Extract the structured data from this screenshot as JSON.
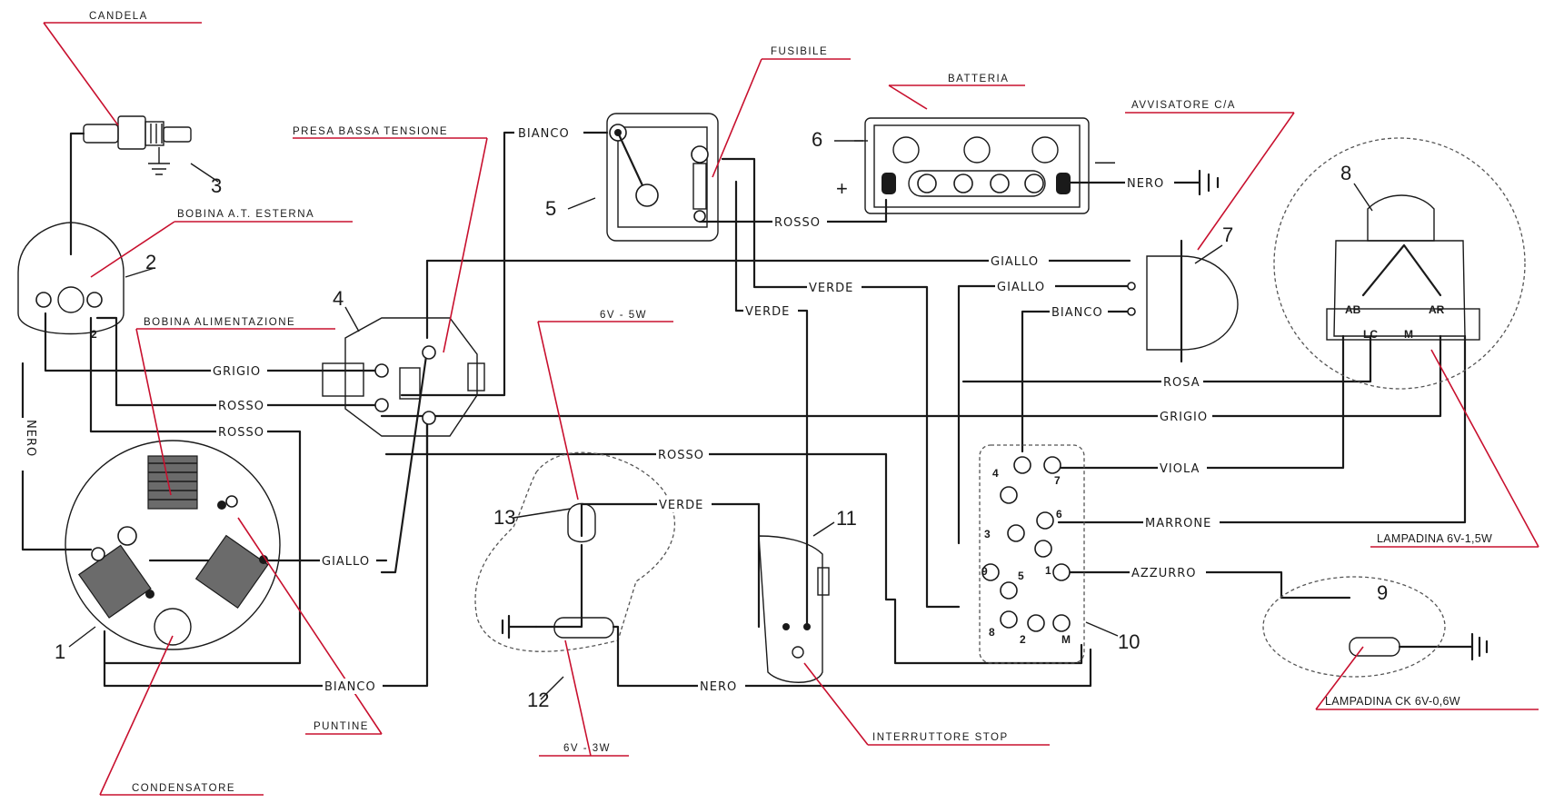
{
  "callouts": {
    "candela": "CANDELA",
    "bobina_at": "BOBINA A.T. ESTERNA",
    "bobina_alim": "BOBINA ALIMENTAZIONE",
    "presa": "PRESA BASSA TENSIONE",
    "fusibile": "FUSIBILE",
    "batteria": "BATTERIA",
    "avvisatore": "AVVISATORE C/A",
    "w6v5": "6V - 5W",
    "w6v3": "6V - 3W",
    "puntine": "PUNTINE",
    "condensatore": "CONDENSATORE",
    "interruttore": "INTERRUTTORE STOP",
    "lamp15": "LAMPADINA 6V-1,5W",
    "lampck": "LAMPADINA CK 6V-0,6W"
  },
  "wires": {
    "bianco_top": "BIANCO",
    "rosso_bat": "ROSSO",
    "nero_bat": "NERO",
    "giallo1": "GIALLO",
    "giallo2": "GIALLO",
    "bianco_horn": "BIANCO",
    "verde1": "VERDE",
    "verde2": "VERDE",
    "verde3": "VERDE",
    "grigio_left": "GRIGIO",
    "rosso_left1": "ROSSO",
    "rosso_left2": "ROSSO",
    "rosso_mid": "ROSSO",
    "rosa": "ROSA",
    "grigio_right": "GRIGIO",
    "viola": "VIOLA",
    "marrone": "MARRONE",
    "azzurro": "AZZURRO",
    "giallo_left": "GIALLO",
    "bianco_bottom": "BIANCO",
    "nero_bottom": "NERO",
    "nero_vertical": "NERO"
  },
  "numbers": {
    "n1": "1",
    "n2": "2",
    "n3": "3",
    "n4": "4",
    "n5": "5",
    "n6": "6",
    "n7": "7",
    "n8": "8",
    "n9": "9",
    "n10": "10",
    "n11": "11",
    "n12": "12",
    "n13": "13"
  },
  "signs": {
    "plus": "+",
    "minus": "—"
  },
  "terminals": {
    "t1": "1",
    "t2": "2",
    "t3": "3",
    "t4": "4",
    "t5": "5",
    "t6": "6",
    "t7": "7",
    "t8": "8",
    "t9": "9",
    "tM": "M",
    "ab": "AB",
    "ar": "AR",
    "lc": "LC",
    "m": "M",
    "c2": "2"
  },
  "colors": {
    "ink": "#1a1a1a",
    "callout": "#c8102e",
    "coil": "#6b6b6b"
  }
}
